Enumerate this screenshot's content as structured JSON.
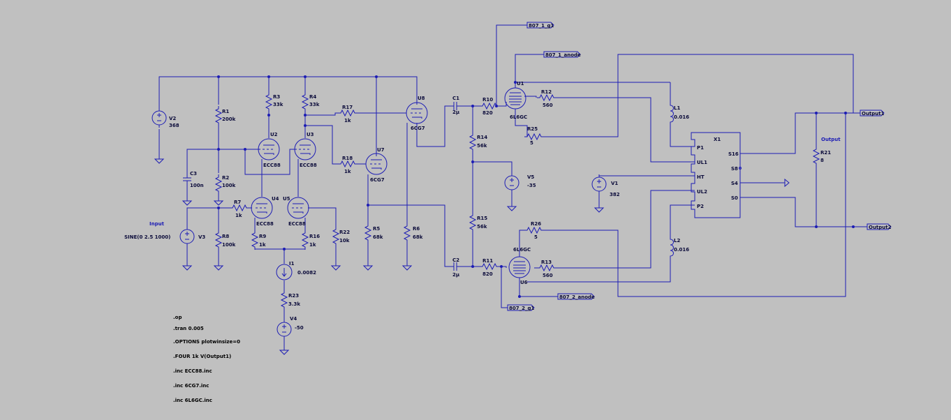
{
  "components": {
    "V2": {
      "name": "V2",
      "value": "368"
    },
    "R1": {
      "name": "R1",
      "value": "200k"
    },
    "R2": {
      "name": "R2",
      "value": "100k"
    },
    "C3": {
      "name": "C3",
      "value": "100n"
    },
    "R3": {
      "name": "R3",
      "value": "33k"
    },
    "R4": {
      "name": "R4",
      "value": "33k"
    },
    "U2": {
      "name": "U2",
      "value": "ECC88"
    },
    "U3": {
      "name": "U3",
      "value": "ECC88"
    },
    "U4": {
      "name": "U4",
      "value": "ECC88"
    },
    "U5": {
      "name": "U5",
      "value": "ECC88"
    },
    "R17": {
      "name": "R17",
      "value": "1k"
    },
    "R18": {
      "name": "R18",
      "value": "1k"
    },
    "U8": {
      "name": "U8",
      "value": "6CG7"
    },
    "U7": {
      "name": "U7",
      "value": "6CG7"
    },
    "R7": {
      "name": "R7",
      "value": "1k"
    },
    "V3": {
      "name": "V3",
      "value": ""
    },
    "R8": {
      "name": "R8",
      "value": "100k"
    },
    "R9": {
      "name": "R9",
      "value": "1k"
    },
    "R16": {
      "name": "R16",
      "value": "1k"
    },
    "R22": {
      "name": "R22",
      "value": "10k"
    },
    "R5": {
      "name": "R5",
      "value": "68k"
    },
    "R6": {
      "name": "R6",
      "value": "68k"
    },
    "I1": {
      "name": "I1",
      "value": "0.0082"
    },
    "R23": {
      "name": "R23",
      "value": "3.3k"
    },
    "V4": {
      "name": "V4",
      "value": "-50"
    },
    "C1": {
      "name": "C1",
      "value": "2µ"
    },
    "C2": {
      "name": "C2",
      "value": "2µ"
    },
    "R10": {
      "name": "R10",
      "value": "820"
    },
    "R11": {
      "name": "R11",
      "value": "820"
    },
    "R14": {
      "name": "R14",
      "value": "56k"
    },
    "R15": {
      "name": "R15",
      "value": "56k"
    },
    "V5": {
      "name": "V5",
      "value": "-35"
    },
    "U1": {
      "name": "U1",
      "value": "6L6GC"
    },
    "U6": {
      "name": "U6",
      "value": "6L6GC"
    },
    "R12": {
      "name": "R12",
      "value": "560"
    },
    "R13": {
      "name": "R13",
      "value": "560"
    },
    "R25": {
      "name": "R25",
      "value": "5"
    },
    "R26": {
      "name": "R26",
      "value": "5"
    },
    "L1": {
      "name": "L1",
      "value": "0.016"
    },
    "L2": {
      "name": "L2",
      "value": "0.016"
    },
    "V1": {
      "name": "V1",
      "value": "382"
    },
    "X1": {
      "name": "X1"
    },
    "R21": {
      "name": "R21",
      "value": "8"
    }
  },
  "pins": {
    "P1": "P1",
    "UL1": "UL1",
    "HT": "HT",
    "UL2": "UL2",
    "P2": "P2",
    "S16": "S16",
    "S8": "S8",
    "S4": "S4",
    "S0": "S0"
  },
  "nets": {
    "g1_1": "807_1_g1",
    "anode_1": "807_1_anode",
    "g1_2": "807_2_g1",
    "anode_2": "807_2_anode",
    "out1": "Output1",
    "out2": "Output2"
  },
  "labels": {
    "input": "Input",
    "sine": "SINE(0 2.5 1000)",
    "output": "Output"
  },
  "directives": [
    ".op",
    ".tran 0.005",
    ".OPTIONS plotwinsize=0",
    ".FOUR 1k V(Output1)",
    ".inc ECC88.inc",
    ".inc 6CG7.inc",
    ".inc 6L6GC.inc"
  ],
  "colors": {
    "background": "#c0c0c0",
    "wire": "#1c1cb4",
    "text": "#000000"
  }
}
